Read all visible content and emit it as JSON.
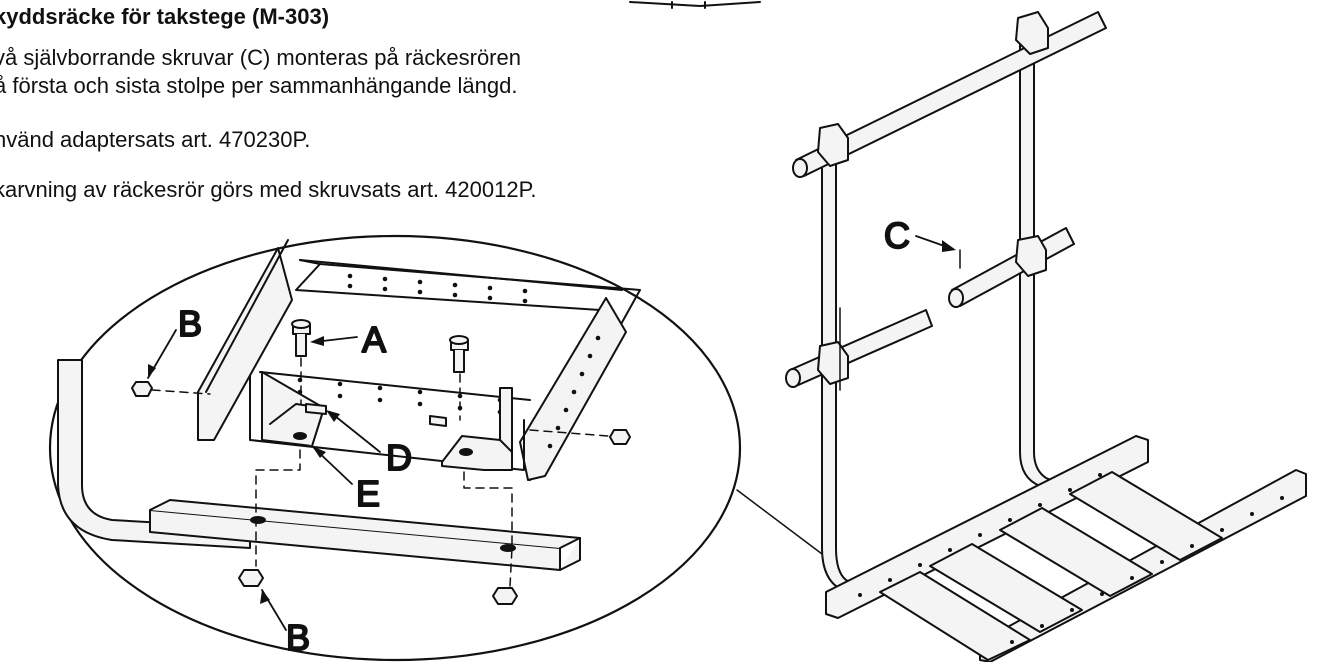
{
  "heading": "kyddsräcke för takstege (M-303)",
  "instructions": [
    {
      "line1": "vå självborrande skruvar (C) monteras på räckesrören",
      "line2": "å första och sista stolpe per sammanhängande längd."
    },
    {
      "line1": "nvänd adaptersats art. 470230P."
    },
    {
      "line1": "karvning av räckesrör görs med skruvsats art. 420012P."
    }
  ],
  "callouts": {
    "a": "A",
    "b": "B",
    "c": "C",
    "d": "D",
    "e": "E"
  },
  "colors": {
    "ink": "#111111",
    "paper": "#ffffff",
    "steel": "#f4f4f4"
  }
}
